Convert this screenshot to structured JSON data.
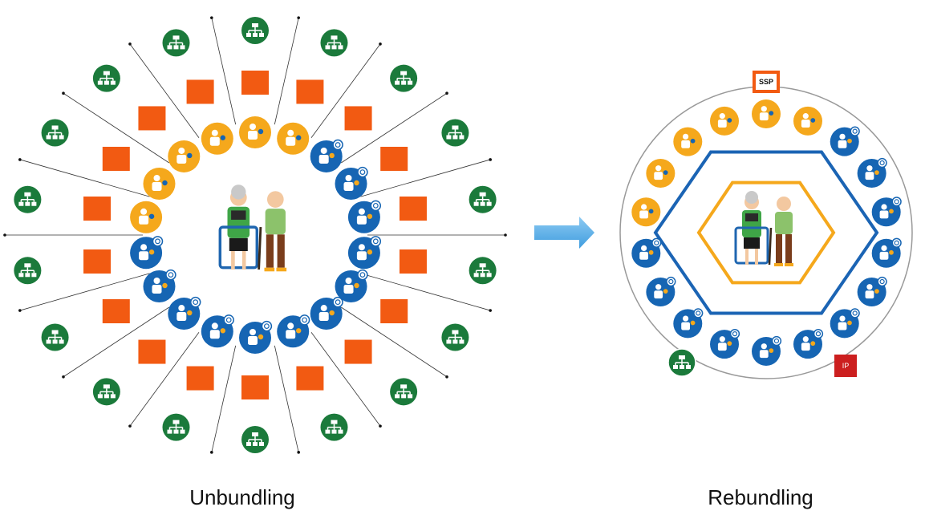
{
  "captions": {
    "left": "Unbundling",
    "right": "Rebundling"
  },
  "labels": {
    "ssp": "SSP",
    "ip": "IP"
  },
  "colors": {
    "consumer_green": "#1b7a3b",
    "ecosystem_orange": "#f5a81c",
    "service_blue": "#1665b3",
    "provider_square": "#f25a12",
    "arrow": "#5aaee8",
    "outer_ring": "#999999",
    "hex_outer": "#1b64b4",
    "hex_inner": "#f5a81c",
    "ip_badge": "#cc1f1f"
  },
  "icons": {
    "orange": [
      "walker-icon",
      "heart-hand-icon",
      "pills-icon",
      "community-icon",
      "home-icon",
      "games-icon"
    ],
    "blue": [
      "people-search-icon",
      "chat-care-icon",
      "doctor-icon",
      "nurse-icon",
      "stethoscope-icon",
      "bone-joint-icon",
      "bedside-care-icon",
      "walking-aid-icon",
      "helping-hands-icon",
      "heart-care-icon",
      "hospital-icon",
      "caduceus-icon"
    ],
    "green": "org-chart-icon"
  }
}
